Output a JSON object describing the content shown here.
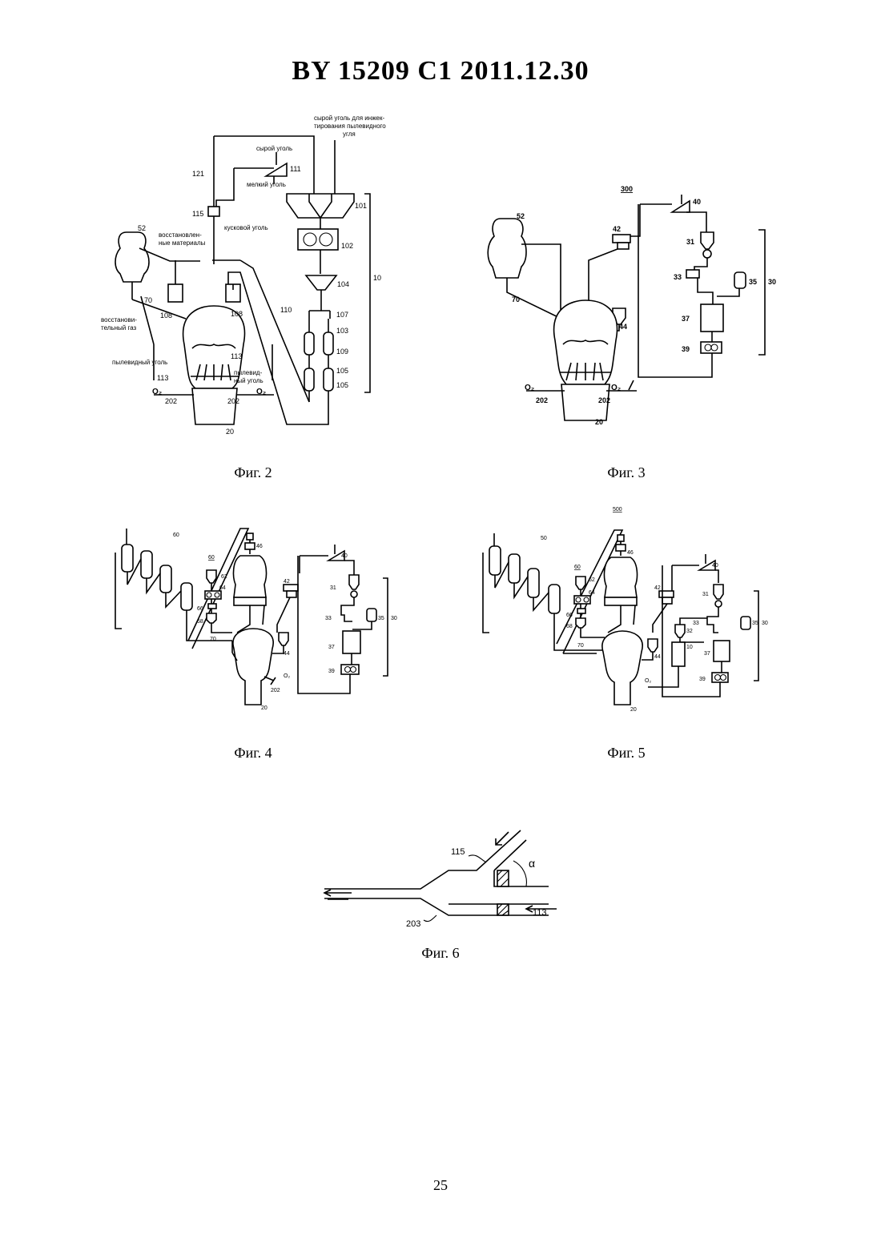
{
  "header": {
    "title": "BY  15209  C1  2011.12.30"
  },
  "fig2": {
    "caption": "Фиг. 2",
    "labels": {
      "raw_coal_injection_1": "сырой уголь для инжек-",
      "raw_coal_injection_2": "тирования пылевидного",
      "raw_coal_injection_3": "угля",
      "raw_coal": "сырой уголь",
      "fine_coal": "мелкий уголь",
      "lump_coal": "кусковой уголь",
      "reduced_1": "восстановлен-",
      "reduced_2": "ные материалы",
      "reducing_gas_1": "восстанови-",
      "reducing_gas_2": "тельный газ",
      "pulverized_coal": "пылевидный уголь",
      "pulverized_coal_r1": "пылевид-",
      "pulverized_coal_r2": "ный уголь",
      "o2_left": "O₂",
      "o2_right": "O₂",
      "n121": "121",
      "n111": "111",
      "n101": "101",
      "n115": "115",
      "n102": "102",
      "n52": "52",
      "n104": "104",
      "n10": "10",
      "n108a": "108",
      "n108b": "108",
      "n70": "70",
      "n110": "110",
      "n107": "107",
      "n103": "103",
      "n109": "109",
      "n113a": "113",
      "n113b": "113",
      "n105a": "105",
      "n105b": "105",
      "n202a": "202",
      "n202b": "202",
      "n20": "20"
    }
  },
  "fig3": {
    "caption": "Фиг. 3",
    "labels": {
      "n300": "300",
      "n40": "40",
      "n52": "52",
      "n42": "42",
      "n31": "31",
      "n33": "33",
      "n35": "35",
      "n30": "30",
      "n70": "70",
      "n44": "44",
      "n37": "37",
      "n39": "39",
      "o2_left": "O₂",
      "o2_right": "O₂",
      "n202a": "202",
      "n202b": "202",
      "n20": "20"
    }
  },
  "fig4": {
    "caption": "Фиг. 4",
    "labels": {
      "n60": "60",
      "n60u": "60",
      "n46": "46",
      "n40": "40",
      "n62": "62",
      "n64": "64",
      "n42": "42",
      "n31": "31",
      "n66": "66",
      "n68": "68",
      "n33": "33",
      "n35": "35",
      "n30": "30",
      "n70": "70",
      "n44": "44",
      "n37": "37",
      "n39": "39",
      "o2": "O₂",
      "n202": "202",
      "n20": "20"
    }
  },
  "fig5": {
    "caption": "Фиг. 5",
    "labels": {
      "n500": "500",
      "n50": "50",
      "n60": "60",
      "n46": "46",
      "n40": "40",
      "n62": "62",
      "n64": "64",
      "n42": "42",
      "n31": "31",
      "n66": "66",
      "n32": "32",
      "n68": "68",
      "n33": "33",
      "n35": "35",
      "n30": "30",
      "n70": "70",
      "n10": "10",
      "n44": "44",
      "n37": "37",
      "n39": "39",
      "o2": "O₂",
      "n20": "20"
    }
  },
  "fig6": {
    "caption": "Фиг. 6",
    "labels": {
      "n115": "115",
      "alpha": "α",
      "n113": "113",
      "n203": "203"
    }
  },
  "page_number": "25"
}
